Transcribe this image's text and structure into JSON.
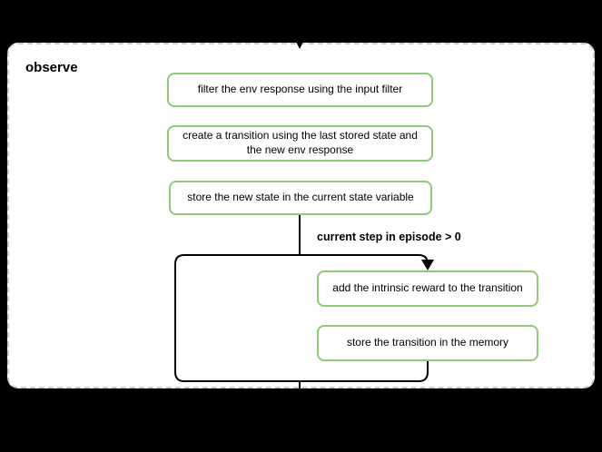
{
  "title": "observe",
  "nodes": [
    {
      "label": "filter the env response using the input filter"
    },
    {
      "label": "create a transition using the last stored state and the new env response"
    },
    {
      "label": "store the new state in the current state variable"
    },
    {
      "label": "add the intrinsic reward to the transition"
    },
    {
      "label": "store the transition in the memory"
    }
  ],
  "branch": {
    "label": "current step in episode > 0"
  },
  "colors": {
    "canvas_bg": "#000000",
    "panel_bg": "#ffffff",
    "panel_border": "#cccccc",
    "node_border": "#8fc97a",
    "line": "#000000",
    "text": "#000000"
  }
}
